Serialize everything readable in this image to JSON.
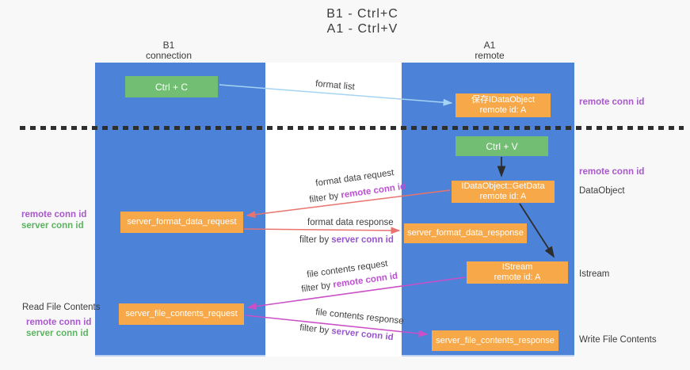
{
  "title": {
    "line1": "B1 - Ctrl+C",
    "line2": "A1 - Ctrl+V"
  },
  "columns": {
    "b1": {
      "name": "B1",
      "sub": "connection"
    },
    "a1": {
      "name": "A1",
      "sub": "remote"
    }
  },
  "boxes": {
    "ctrl_c": "Ctrl + C",
    "ctrl_v": "Ctrl + V",
    "save_obj": {
      "line1": "保存IDataObject",
      "line2": "remote id: A"
    },
    "getdata": {
      "line1": "IDataObject::GetData",
      "line2": "remote id: A"
    },
    "istream": {
      "line1": "IStream",
      "line2": "remote id: A"
    },
    "fmt_req": "server_format_data_request",
    "fmt_resp": "server_format_data_response",
    "file_req": "server_file_contents_request",
    "file_resp": "server_file_contents_response"
  },
  "flow": {
    "format_list": "format list",
    "fmt_req_label": "format data request",
    "fmt_req_filter_prefix": "filter by ",
    "fmt_req_filter_id": "remote conn id",
    "fmt_resp_label": "format data response",
    "fmt_resp_filter_prefix": "filter by ",
    "fmt_resp_filter_id": "server conn id",
    "file_req_label": "file contents request",
    "file_req_filter_prefix": "filter by ",
    "file_req_filter_id": "remote conn id",
    "file_resp_label": "file contents response",
    "file_resp_filter_prefix": "filter by ",
    "file_resp_filter_id": "server conn id"
  },
  "side": {
    "r_remote1": "remote conn id",
    "r_remote2": "remote conn id",
    "dataobject": "DataObject",
    "istream": "Istream",
    "write_file": "Write File Contents",
    "l_remote1": "remote conn id",
    "l_server1": "server conn id",
    "read_file": "Read File Contents",
    "l_remote2": "remote conn id",
    "l_server2": "server conn id"
  },
  "colors": {
    "column_blue": "#4c82d8",
    "box_green": "#72bf74",
    "box_orange": "#f7a848",
    "label_purple": "#a958cb",
    "label_green": "#5db360",
    "label_magenta": "#bd4fd2",
    "arrow_salmon": "#e8736f",
    "arrow_magenta": "#cb4fc6",
    "arrow_light_blue": "#a5d3f3",
    "arrow_black": "#2d2d2d"
  }
}
